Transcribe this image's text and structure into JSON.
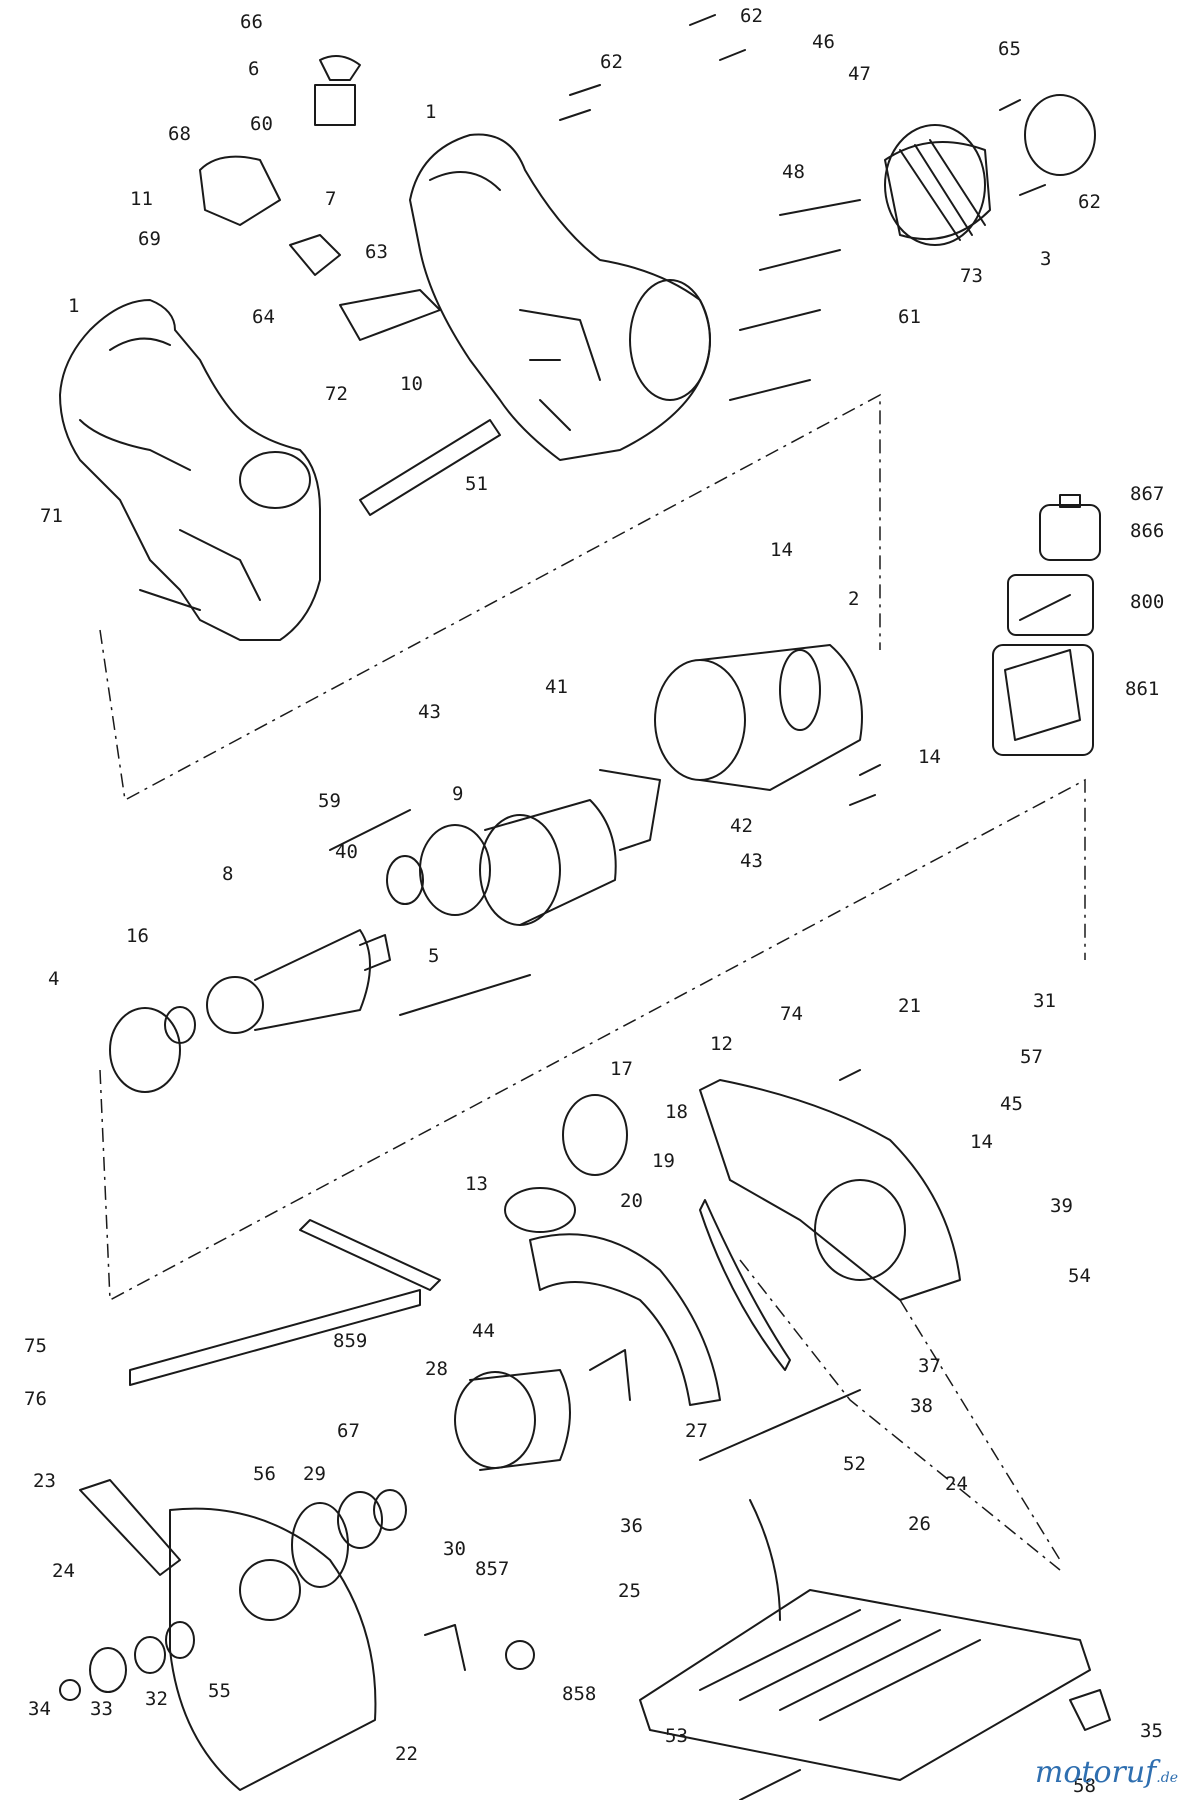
{
  "diagram": {
    "type": "exploded-parts-view",
    "subject": "cordless circular saw",
    "part_labels": [
      "66",
      "6",
      "62",
      "62",
      "46",
      "47",
      "65",
      "68",
      "60",
      "48",
      "11",
      "7",
      "62",
      "69",
      "63",
      "73",
      "3",
      "64",
      "61",
      "72",
      "10",
      "1",
      "1",
      "71",
      "51",
      "867",
      "866",
      "14",
      "800",
      "2",
      "861",
      "43",
      "41",
      "59",
      "14",
      "9",
      "42",
      "40",
      "43",
      "8",
      "5",
      "16",
      "4",
      "74",
      "31",
      "21",
      "57",
      "17",
      "12",
      "45",
      "18",
      "14",
      "13",
      "19",
      "20",
      "39",
      "54",
      "75",
      "859",
      "37",
      "76",
      "44",
      "28",
      "38",
      "27",
      "67",
      "24",
      "52",
      "56",
      "29",
      "23",
      "26",
      "30",
      "36",
      "857",
      "24",
      "25",
      "55",
      "858",
      "34",
      "33",
      "32",
      "35",
      "22",
      "53",
      "58"
    ],
    "watermark": {
      "text": "motoruf",
      "suffix": ".de"
    }
  }
}
